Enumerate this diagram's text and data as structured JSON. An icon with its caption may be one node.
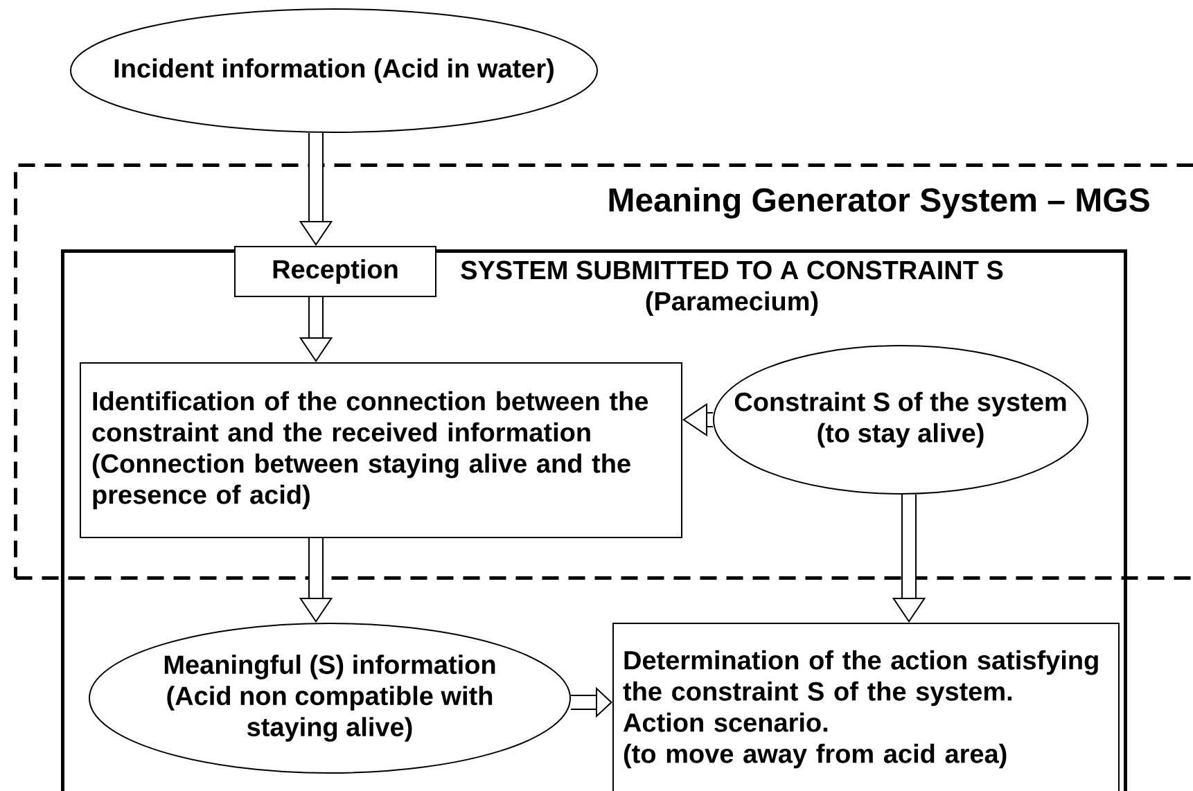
{
  "diagram": {
    "nodes": [
      {
        "text": [
          "Incident information (Acid in water)"
        ]
      },
      {
        "text": [
          "Meaning Generator System – MGS"
        ]
      },
      {
        "text": [
          "SYSTEM SUBMITTED TO A CONSTRAINT S",
          "(Paramecium)"
        ]
      },
      {
        "text": [
          "Reception"
        ],
        "in": 1
      },
      {
        "text": [
          "Identification of the connection between the constraint and the received information",
          "(Connection between staying alive and the presence of acid)"
        ]
      },
      {
        "text": [
          "Constraint S of the system",
          "(to stay alive)"
        ]
      },
      {
        "text": [
          "Meaningful (S) information",
          "(Acid non compatible with staying alive)"
        ],
        "in": 2
      },
      {
        "text": [
          "Determination of the action satisfying the constraint S of the system.",
          "Action scenario.",
          "(to move away from acid area)"
        ],
        "in": 2
      }
    ],
    "edges": [
      {
        "from": 0,
        "to": 3,
        "arrow": "to"
      },
      {
        "from": 3,
        "to": 4,
        "arrow": "to"
      },
      {
        "from": 5,
        "to": 4,
        "arrow": "to"
      },
      {
        "from": 4,
        "to": 6,
        "arrow": "to"
      },
      {
        "from": 5,
        "to": 7,
        "arrow": "to"
      },
      {
        "from": 6,
        "to": 7,
        "arrow": "to"
      }
    ]
  }
}
